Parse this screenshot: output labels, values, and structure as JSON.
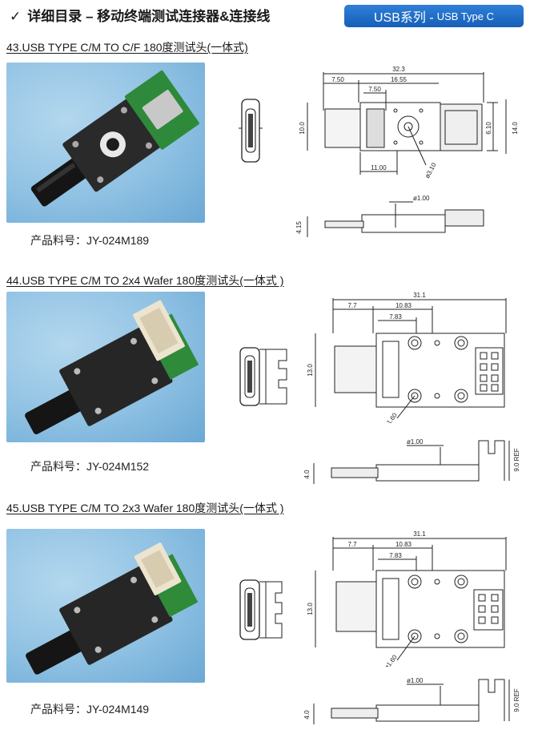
{
  "header": {
    "check_icon": "✓",
    "title": "详细目录 – 移动终端测试连接器&连接线",
    "badge_main": "USB系列 -",
    "badge_sub": "USB Type C",
    "badge_color": "#1e6cc6"
  },
  "products": [
    {
      "title": "43.USB TYPE C/M TO C/F 180度测试头(一体式)",
      "part_no": "产品料号：JY-024M189",
      "dims": {
        "d1": "32.3",
        "d2": "7.50",
        "d3": "16.55",
        "d4": "7.50",
        "d5": "10.0",
        "d6": "11.00",
        "d7": "6.10",
        "d8": "14.0",
        "d9": "ø3.10",
        "d10": "ø1.00",
        "d11": "4.15"
      }
    },
    {
      "title": "44.USB TYPE C/M TO 2x4 Wafer 180度测试头(一体式 )",
      "part_no": "产品料号：JY-024M152",
      "dims": {
        "d1": "31.1",
        "d2": "7.7",
        "d3": "10.83",
        "d4": "7.83",
        "d5": "13.0",
        "d6": "ø1.60",
        "d7": "ø1.00",
        "d8": "4.0",
        "d9": "9.0 REF"
      }
    },
    {
      "title": "45.USB TYPE C/M TO 2x3 Wafer 180度测试头(一体式 )",
      "part_no": "产品料号：JY-024M149",
      "dims": {
        "d1": "31.1",
        "d2": "7.7",
        "d3": "10.83",
        "d4": "7.83",
        "d5": "13.0",
        "d6": "ø1.60",
        "d7": "ø1.00",
        "d8": "4.0",
        "d9": "9.0 REF"
      }
    }
  ]
}
